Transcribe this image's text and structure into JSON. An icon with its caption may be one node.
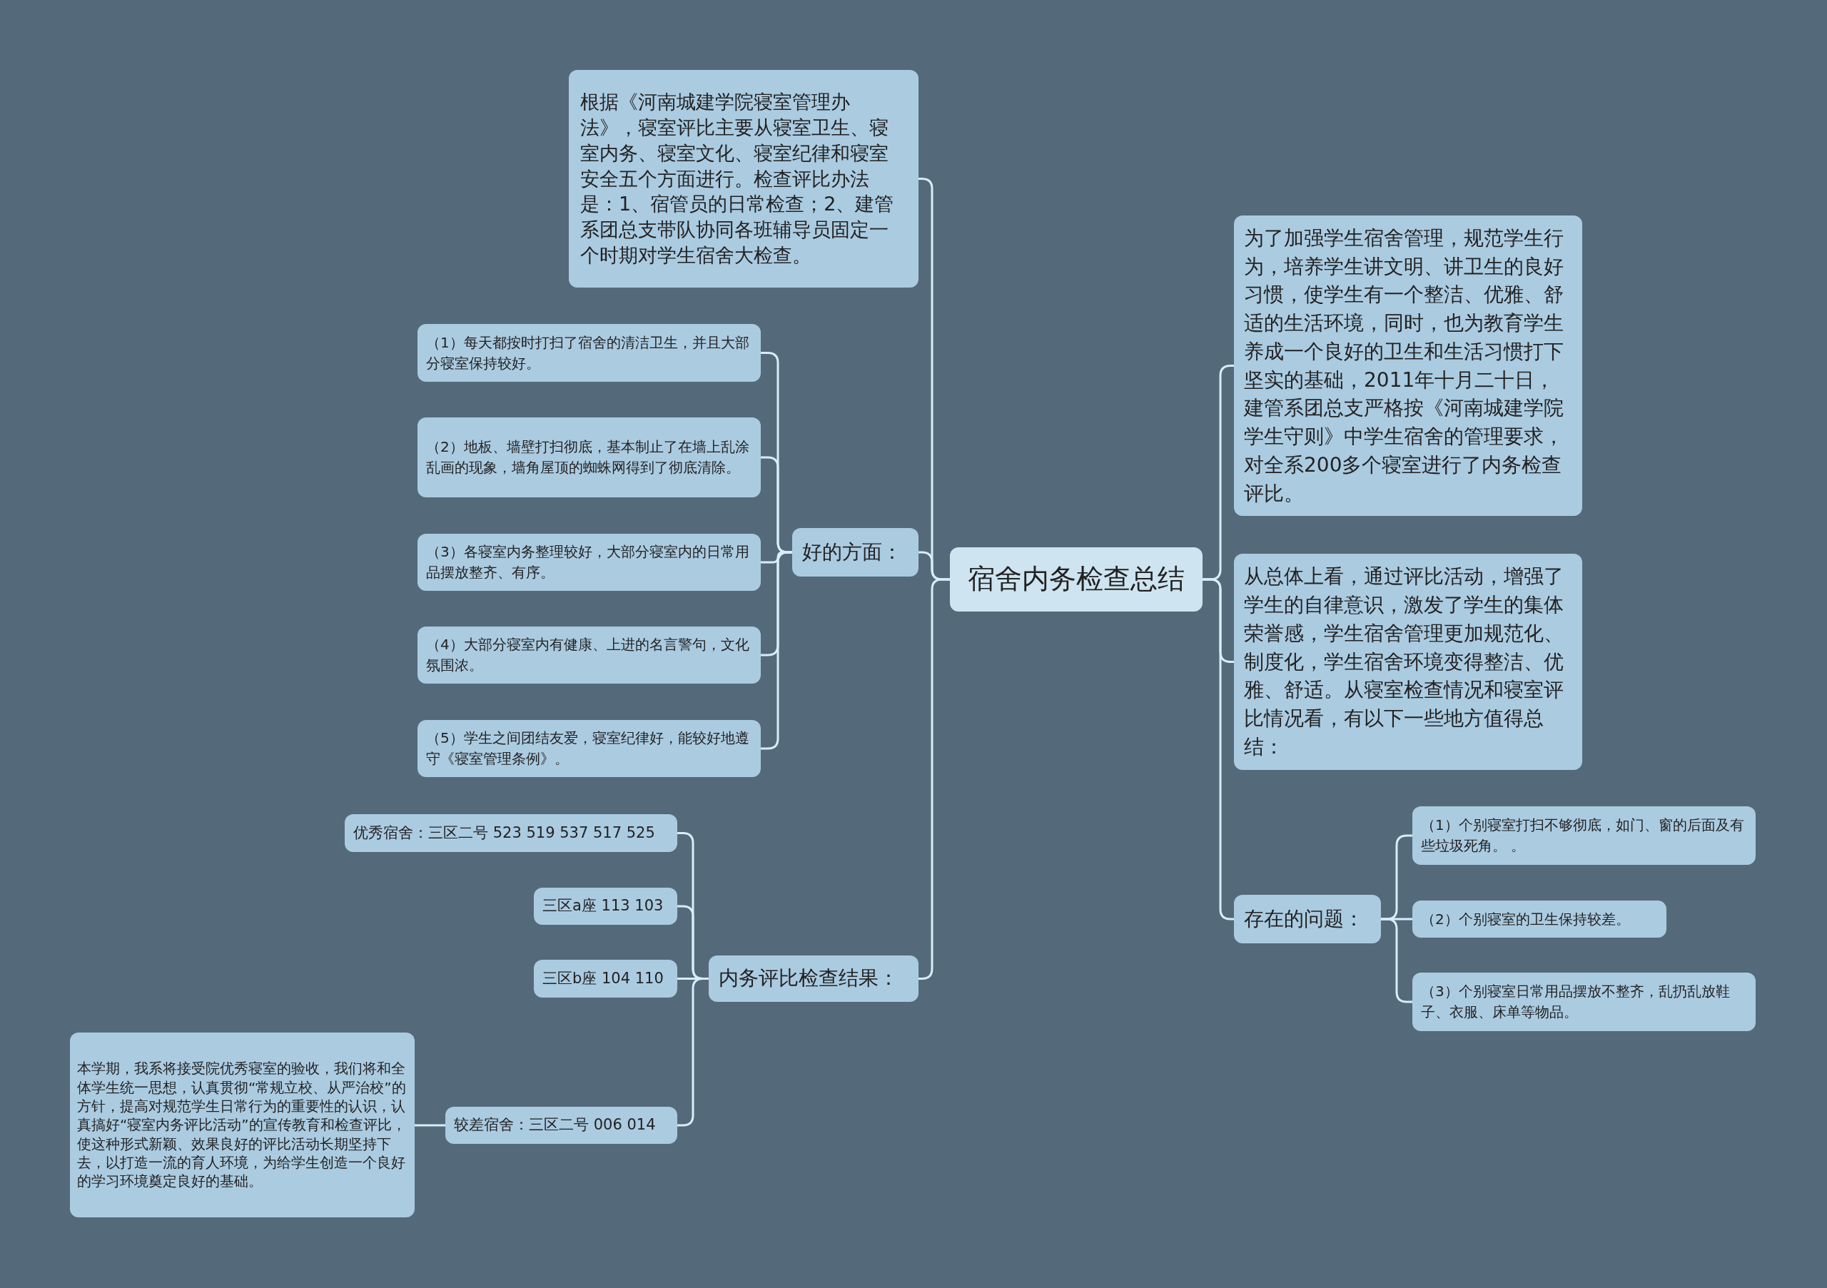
{
  "diagram": {
    "nodes": [
      {
        "text": [
          "宿舍内务检查总结"
        ]
      },
      {
        "text": [
          "根据《河南城建学院寝室管理办法》，寝室评比主要从寝室卫生、寝室内务、寝室文化、寝室纪律和寝室安全五个方面进行。检查评比办法是：1、宿管员的日常检查；2、建管系团总支带队协同各班辅导员固定一个时期对学生宿舍大检查。"
        ]
      },
      {
        "text": [
          "好的方面："
        ]
      },
      {
        "text": [
          "（1）每天都按时打扫了宿舍的清洁卫生，并且大部分寝室保持较好。"
        ]
      },
      {
        "text": [
          "（2）地板、墙壁打扫彻底，基本制止了在墙上乱涂乱画的现象，墙角屋顶的蜘蛛网得到了彻底清除。"
        ]
      },
      {
        "text": [
          "（3）各寝室内务整理较好，大部分寝室内的日常用品摆放整齐、有序。"
        ]
      },
      {
        "text": [
          "（4）大部分寝室内有健康、上进的名言警句，文化氛围浓。"
        ]
      },
      {
        "text": [
          "（5）学生之间团结友爱，寝室纪律好，能较好地遵守《寝室管理条例》。"
        ]
      },
      {
        "text": [
          "内务评比检查结果："
        ]
      },
      {
        "text": [
          "优秀宿舍：三区二号 523 519 537 517 525"
        ]
      },
      {
        "text": [
          "三区a座 113 103"
        ]
      },
      {
        "text": [
          "三区b座 104 110"
        ]
      },
      {
        "text": [
          "较差宿舍：三区二号 006 014"
        ]
      },
      {
        "text": [
          "本学期，我系将接受院优秀寝室的验收，我们将和全体学生统一思想，认真贯彻“常规立校、从严治校”的方针，提高对规范学生日常行为的重要性的认识，认真搞好“寝室内务评比活动”的宣传教育和检查评比，使这种形式新颖、效果良好的评比活动长期坚持下去，以打造一流的育人环境，为给学生创造一个良好的学习环境奠定良好的基础。"
        ]
      },
      {
        "text": [
          "为了加强学生宿舍管理，规范学生行为，培养学生讲文明、讲卫生的良好习惯，使学生有一个整洁、优雅、舒适的生活环境，同时，也为教育学生养成一个良好的卫生和生活习惯打下坚实的基础，2011年十月二十日，建管系团总支严格按《河南城建学院学生守则》中学生宿舍的管理要求，对全系200多个寝室进行了内务检查评比。"
        ]
      },
      {
        "text": [
          "从总体上看，通过评比活动，增强了学生的自律意识，激发了学生的集体荣誉感，学生宿舍管理更加规范化、制度化，学生宿舍环境变得整洁、优雅、舒适。从寝室检查情况和寝室评比情况看，有以下一些地方值得总结："
        ]
      },
      {
        "text": [
          "存在的问题："
        ]
      },
      {
        "text": [
          "（1）个别寝室打扫不够彻底，如门、窗的后面及有些垃圾死角。 。"
        ]
      },
      {
        "text": [
          "（2）个别寝室的卫生保持较差。"
        ]
      },
      {
        "text": [
          "（3）个别寝室日常用品摆放不整齐，乱扔乱放鞋子、衣服、床单等物品。"
        ]
      }
    ],
    "edges": [
      {
        "from": 0,
        "to": 1,
        "arrow": "none"
      },
      {
        "from": 0,
        "to": 2,
        "arrow": "none"
      },
      {
        "from": 0,
        "to": 8,
        "arrow": "none"
      },
      {
        "from": 2,
        "to": 3,
        "arrow": "none"
      },
      {
        "from": 2,
        "to": 4,
        "arrow": "none"
      },
      {
        "from": 2,
        "to": 5,
        "arrow": "none"
      },
      {
        "from": 2,
        "to": 6,
        "arrow": "none"
      },
      {
        "from": 2,
        "to": 7,
        "arrow": "none"
      },
      {
        "from": 8,
        "to": 9,
        "arrow": "none"
      },
      {
        "from": 8,
        "to": 10,
        "arrow": "none"
      },
      {
        "from": 8,
        "to": 11,
        "arrow": "none"
      },
      {
        "from": 8,
        "to": 12,
        "arrow": "none"
      },
      {
        "from": 12,
        "to": 13,
        "arrow": "none"
      },
      {
        "from": 0,
        "to": 14,
        "arrow": "none"
      },
      {
        "from": 0,
        "to": 15,
        "arrow": "none"
      },
      {
        "from": 0,
        "to": 16,
        "arrow": "none"
      },
      {
        "from": 16,
        "to": 17,
        "arrow": "none"
      },
      {
        "from": 16,
        "to": 18,
        "arrow": "none"
      },
      {
        "from": 16,
        "to": 19,
        "arrow": "none"
      }
    ]
  }
}
